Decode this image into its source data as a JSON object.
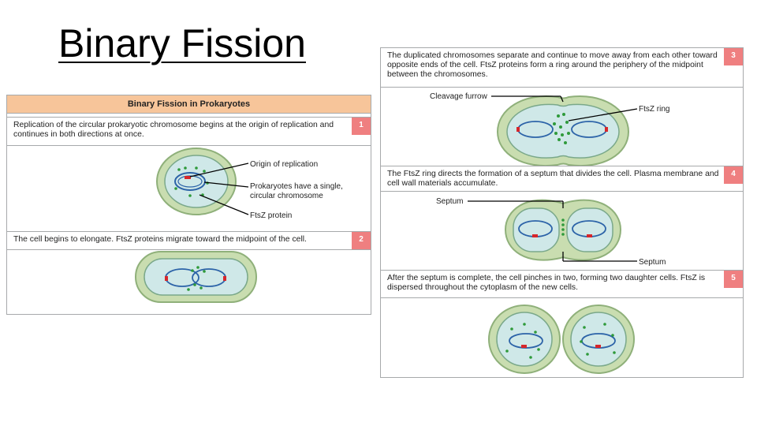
{
  "slide": {
    "title": "Binary Fission"
  },
  "figure": {
    "header": "Binary Fission in Prokaryotes",
    "steps": [
      {
        "number": "1",
        "text": "Replication of the circular prokaryotic chromosome begins at the origin of replication and continues in both directions at once."
      },
      {
        "number": "2",
        "text": "The cell begins to elongate. FtsZ proteins migrate toward the midpoint of the cell."
      },
      {
        "number": "3",
        "text": "The duplicated chromosomes separate and continue to move away from each other toward opposite ends of the cell. FtsZ proteins form a ring around the periphery of the midpoint between the chromosomes."
      },
      {
        "number": "4",
        "text": "The FtsZ ring directs the formation of a septum that divides the cell. Plasma membrane and cell wall materials accumulate."
      },
      {
        "number": "5",
        "text": "After the septum is complete, the cell pinches in two, forming two daughter cells. FtsZ is dispersed throughout the cytoplasm of the new cells."
      }
    ],
    "labels": {
      "origin": "Origin of replication",
      "chromosome_line1": "Prokaryotes have a single,",
      "chromosome_line2": "circular chromosome",
      "ftsz_protein": "FtsZ protein",
      "cleavage_furrow": "Cleavage furrow",
      "ftsz_ring": "FtsZ ring",
      "septum_top": "Septum",
      "septum_bottom": "Septum"
    }
  },
  "colors": {
    "header_bg": "#f7c59a",
    "step_number_bg": "#ef7f80",
    "cell_wall": "#c9ddb0",
    "cell_outer": "#8fb07a",
    "cytoplasm": "#cfe8e8",
    "chromosome": "#2c63a8",
    "origin": "#d7262b",
    "ftsz": "#2e9a3a"
  }
}
